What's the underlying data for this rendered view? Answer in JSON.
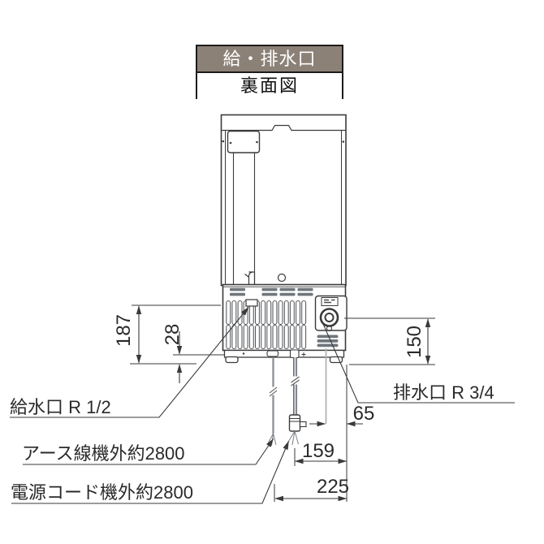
{
  "title_box": {
    "line1": "給・排水口",
    "line2": "裏面図"
  },
  "labels": {
    "water_inlet": "給水口 R 1/2",
    "drain_outlet": "排水口 R 3/4",
    "earth_wire": "アース線機外約2800",
    "power_cord": "電源コード機外約2800"
  },
  "dimensions": {
    "inlet_height_mm": "187",
    "base_height_mm": "28",
    "drain_height_mm": "150",
    "drain_offset_mm": "65",
    "power_cord_offset_mm": "159",
    "earth_wire_offset_mm": "225"
  },
  "colors": {
    "header_bg": "#8c8177",
    "header_text": "#ffffff",
    "line": "#3a3a3a",
    "vent_fill": "#6f767c",
    "cord_gray": "#8e9399"
  }
}
